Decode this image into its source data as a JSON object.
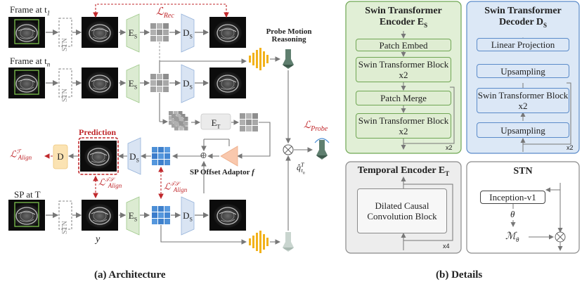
{
  "architecture": {
    "caption": "(a) Architecture",
    "frame_t1": "Frame at t",
    "frame_t1_sub": "1",
    "frame_tn": "Frame at t",
    "frame_tn_sub": "n",
    "sp_label": "SP at T",
    "stn": "STN",
    "encoder": "E",
    "encoder_sub": "S",
    "decoder": "D",
    "decoder_sub": "S",
    "temporal": "E",
    "temporal_sub": "T",
    "discriminator": "D",
    "loss_rec": "ℒ",
    "loss_rec_sub": "Rec",
    "probe_motion_line1": "Probe Motion",
    "probe_motion_line2": "Reasoning",
    "loss_probe": "ℒ",
    "loss_probe_sub": "Probe",
    "probe_est": "q̂",
    "probe_est_sup": "T",
    "probe_est_sub": "t",
    "probe_est_subsub": "n",
    "prediction": "Prediction",
    "loss_align_f": "ℒ",
    "loss_align_f_sup": "ℱ",
    "loss_align_f_sub": "Align",
    "loss_align_ts1": "ℒ",
    "loss_align_ts1_sup": "𝒯𝒮",
    "loss_align_ts1_sub": "Align",
    "loss_align_ts2": "ℒ",
    "loss_align_ts2_sup": "𝒯𝒮",
    "loss_align_ts2_sub": "Align",
    "sp_adaptor": "SP Offset Adaptor",
    "sp_adaptor_f": "f",
    "y_label": "y",
    "plus": "⊕",
    "times": "⊗"
  },
  "details": {
    "caption": "(b) Details",
    "swin_encoder": {
      "title_line1": "Swin Transformer",
      "title_line2": "Encoder E",
      "title_sub": "S",
      "blocks": [
        "Patch Embed",
        "Swin Transformer Block x2",
        "Patch Merge",
        "Swin Transformer Block x2"
      ],
      "repeat": "x2"
    },
    "swin_decoder": {
      "title_line1": "Swin Transformer",
      "title_line2": "Decoder D",
      "title_sub": "S",
      "blocks": [
        "Linear Projection",
        "Upsampling",
        "Swin Transformer Block x2",
        "Upsampling"
      ],
      "repeat": "x2"
    },
    "temporal_encoder": {
      "title": "Temporal Encoder E",
      "title_sub": "T",
      "block": "Dilated Causal Convolution Block",
      "repeat": "x4"
    },
    "stn": {
      "title": "STN",
      "block": "Inception-v1",
      "theta": "θ",
      "m_theta": "ℳ",
      "m_theta_sub": "θ",
      "times": "⊗"
    }
  },
  "colors": {
    "encoder_fill": "#dcebd2",
    "decoder_fill": "#d9e4f3",
    "loss_red": "#c0282c",
    "yellow": "#f2b21b",
    "sp_blue": "#4d8fd6",
    "adaptor": "#f9c8ad",
    "discriminator": "#fbe3b3",
    "green_panel": "#e1efd6",
    "blue_panel": "#dce8f6",
    "gray_panel": "#ededed"
  },
  "icons": [
    "ultrasound-frame-icon",
    "feature-grid-icon",
    "probe-icon",
    "dashed-arrow-icon"
  ]
}
